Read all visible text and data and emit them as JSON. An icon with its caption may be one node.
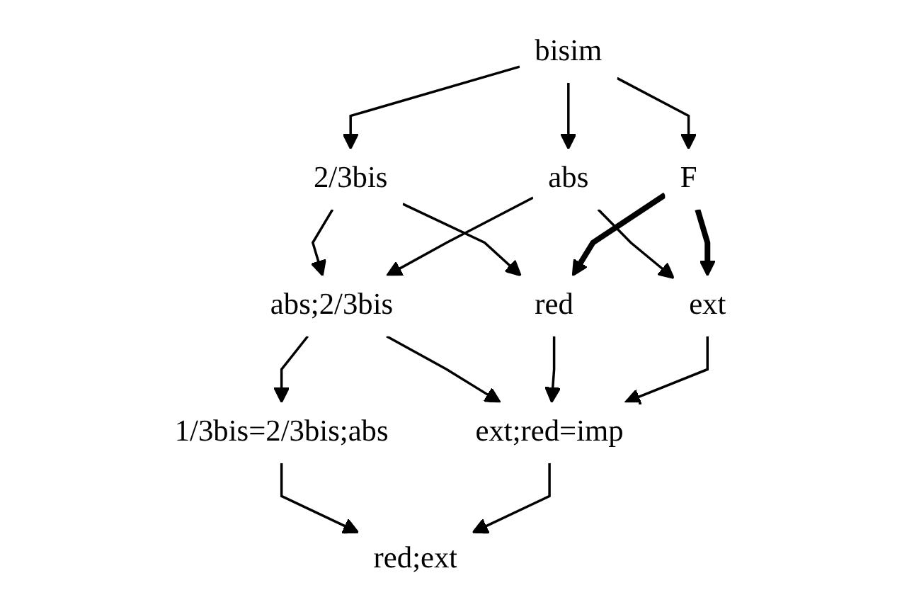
{
  "diagram": {
    "nodes": [
      {
        "text": [
          "bisim"
        ]
      },
      {
        "text": [
          "2/3bis"
        ]
      },
      {
        "text": [
          "abs"
        ]
      },
      {
        "text": [
          "F"
        ]
      },
      {
        "text": [
          "red"
        ]
      },
      {
        "text": [
          "ext"
        ]
      },
      {
        "text": [
          "abs;2/3bis"
        ]
      },
      {
        "text": [
          "1/3bis=2/3bis;abs"
        ]
      },
      {
        "text": [
          "ext;red=imp"
        ]
      },
      {
        "text": [
          "red;ext"
        ]
      }
    ],
    "edges": [
      {
        "from": 0,
        "to": 1,
        "arrow": "to"
      },
      {
        "from": 0,
        "to": 2,
        "arrow": "to"
      },
      {
        "from": 0,
        "to": 3,
        "arrow": "to"
      },
      {
        "from": 1,
        "to": 4,
        "arrow": "to"
      },
      {
        "from": 1,
        "to": 6,
        "arrow": "to"
      },
      {
        "from": 2,
        "to": 6,
        "arrow": "to"
      },
      {
        "from": 2,
        "to": 5,
        "arrow": "to"
      },
      {
        "from": 3,
        "to": 4,
        "arrow": "to",
        "style": "thick"
      },
      {
        "from": 3,
        "to": 5,
        "arrow": "to",
        "style": "thick"
      },
      {
        "from": 6,
        "to": 8,
        "arrow": "to"
      },
      {
        "from": 4,
        "to": 8,
        "arrow": "to"
      },
      {
        "from": 5,
        "to": 8,
        "arrow": "to"
      },
      {
        "from": 6,
        "to": 7,
        "arrow": "to"
      },
      {
        "from": 7,
        "to": 9,
        "arrow": "to"
      },
      {
        "from": 8,
        "to": 9,
        "arrow": "to"
      }
    ]
  }
}
